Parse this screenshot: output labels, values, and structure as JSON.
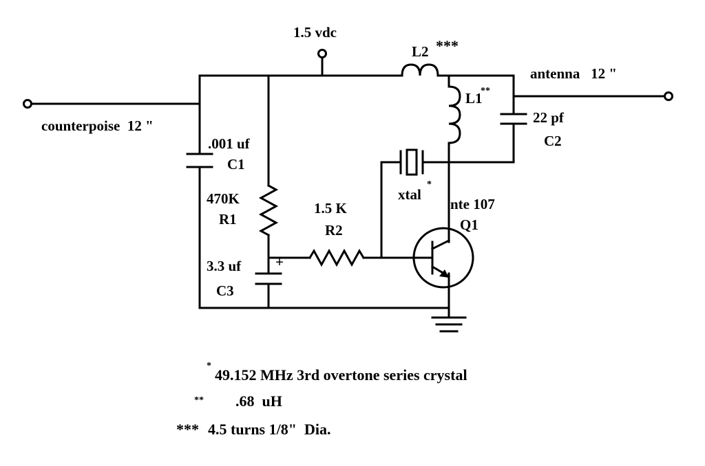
{
  "labels": {
    "supply": "1.5 vdc",
    "l2": "L2",
    "l2_mark": "***",
    "antenna": "antenna   12 \"",
    "l1": "L1",
    "l1_mark": "**",
    "c2_value": "22 pf",
    "c2": "C2",
    "counterpoise": "counterpoise  12 \"",
    "c1_value": ".001 uf",
    "c1": "C1",
    "xtal": "xtal",
    "xtal_mark": "*",
    "r1_value": "470K",
    "r1": "R1",
    "r2_value": "1.5 K",
    "r2": "R2",
    "q1_part": "nte 107",
    "q1": "Q1",
    "c3_value": "3.3 uf",
    "c3": "C3",
    "polarity": "+"
  },
  "notes": [
    {
      "mark": "*",
      "text": "49.152 MHz 3rd overtone series crystal"
    },
    {
      "mark": "**",
      "text": ".68  uH"
    },
    {
      "mark": "***",
      "text": "4.5 turns 1/8\"  Dia."
    }
  ]
}
